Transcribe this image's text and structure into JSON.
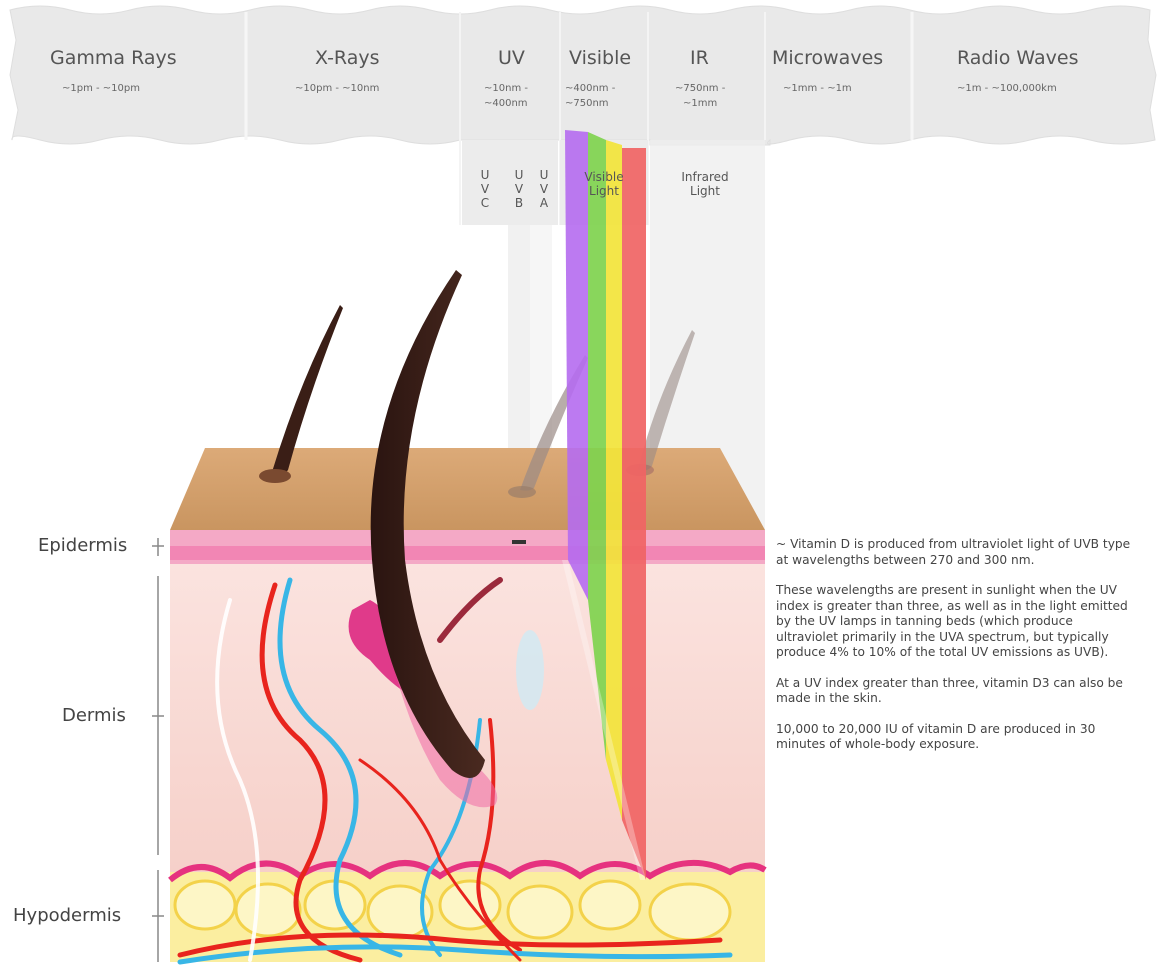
{
  "spectrum": {
    "bands": [
      {
        "name": "Gamma Rays",
        "range": "~1pm - ~10pm"
      },
      {
        "name": "X-Rays",
        "range": "~10pm - ~10nm"
      },
      {
        "name": "UV",
        "range_line1": "~10nm -",
        "range_line2": "~400nm"
      },
      {
        "name": "Visible",
        "range_line1": "~400nm -",
        "range_line2": "~750nm"
      },
      {
        "name": "IR",
        "range_line1": "~750nm -",
        "range_line2": "~1mm"
      },
      {
        "name": "Microwaves",
        "range": "~1mm - ~1m"
      },
      {
        "name": "Radio Waves",
        "range": "~1m - ~100,000km"
      }
    ],
    "uv_subtypes": [
      {
        "line1": "U",
        "line2": "V",
        "line3": "C"
      },
      {
        "line1": "U",
        "line2": "V",
        "line3": "B"
      },
      {
        "line1": "U",
        "line2": "V",
        "line3": "A"
      }
    ],
    "visible_label_line1": "Visible",
    "visible_label_line2": "Light",
    "infrared_label_line1": "Infrared",
    "infrared_label_line2": "Light",
    "rainbow_colors": [
      "#b56cf0",
      "#7fd34e",
      "#f2e43a",
      "#f06464"
    ]
  },
  "skin_layers": {
    "epidermis": "Epidermis",
    "dermis": "Dermis",
    "hypodermis": "Hypodermis"
  },
  "notes": [
    "~ Vitamin D is produced from ultraviolet light of UVB type at wavelengths between 270 and 300 nm.",
    "These wavelengths are present in sunlight when the UV index is greater than three, as well as in the light emitted by the UV lamps in tanning beds (which produce ultraviolet primarily in the UVA spectrum, but typically produce 4% to 10% of the total UV emissions as UVB).",
    "At a UV index greater than three, vitamin D3 can also be made in the skin.",
    "10,000 to 20,000 IU of vitamin D are produced in 30 minutes of whole-body exposure."
  ]
}
